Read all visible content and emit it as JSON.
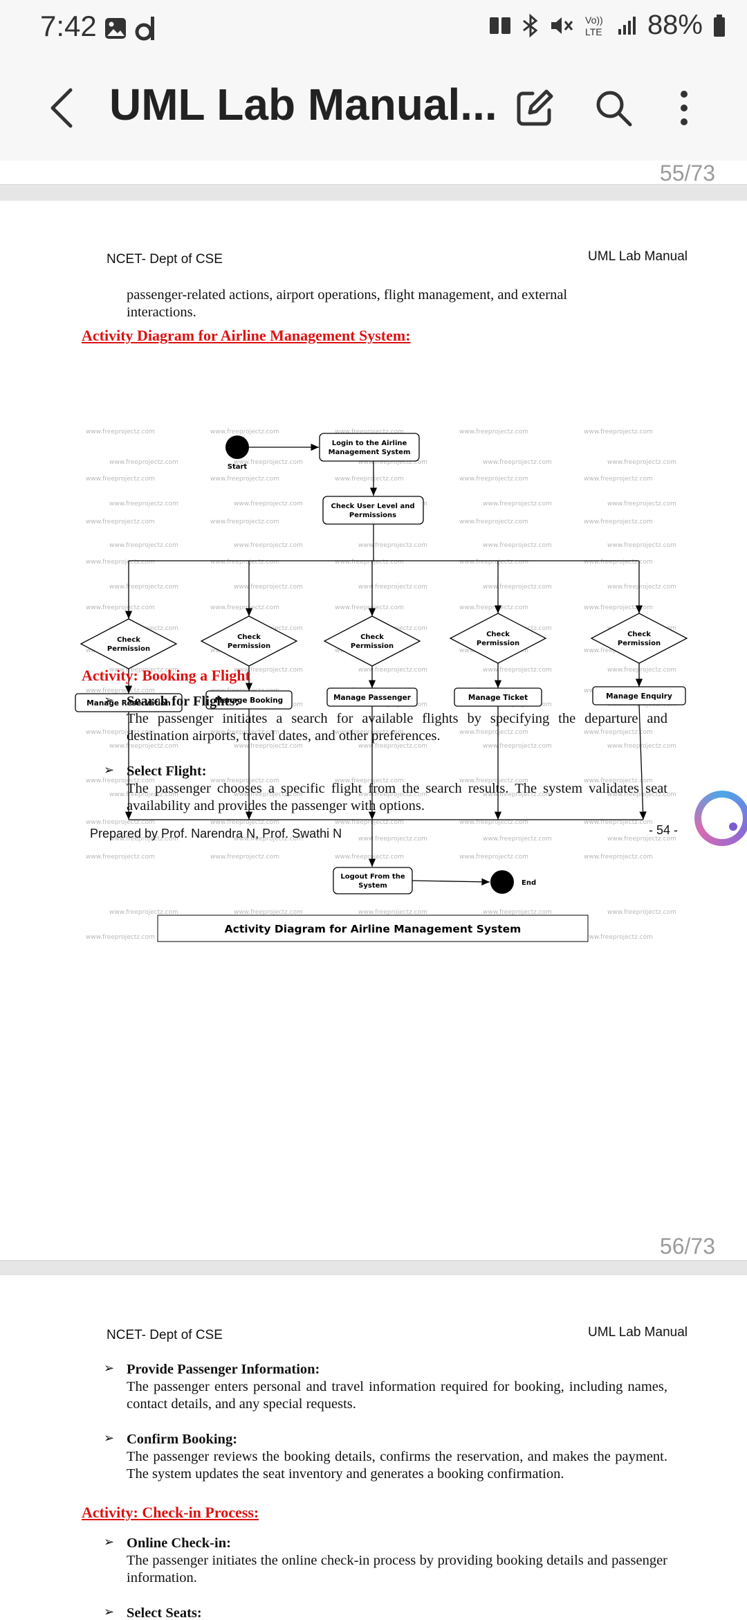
{
  "status_bar": {
    "time": "7:42",
    "battery": "88%",
    "left_icons": [
      "gallery-icon",
      "d-app-icon"
    ],
    "right_icons": [
      "reader-icon",
      "bluetooth-icon",
      "mute-icon",
      "volte-icon",
      "signal-icon",
      "battery-icon"
    ],
    "volte_label": "Vo)) LTE"
  },
  "app_bar": {
    "title": "UML Lab Manual...",
    "actions": [
      "edit-icon",
      "search-icon",
      "more-icon"
    ]
  },
  "page_counters": [
    "55/73",
    "56/73"
  ],
  "page55": {
    "header_left": "NCET- Dept of CSE",
    "header_right": "UML Lab Manual",
    "intro_text": "passenger-related actions, airport operations, flight management, and external interactions.",
    "section_heading": "Activity Diagram for Airline Management System:",
    "diagram": {
      "watermark": "www.freeprojectz.com",
      "start_label": "Start",
      "end_label": "End",
      "login": "Login to the Airline Management System",
      "check_user": "Check User Level and Permissions",
      "decision": "Check Permission",
      "actions": [
        "Manage Reservation",
        "Manage Booking",
        "Manage Passenger",
        "Manage Ticket",
        "Manage Enquiry"
      ],
      "logout": "Logout From the System",
      "caption": "Activity Diagram for Airline Management System"
    },
    "activity_label": "Activity",
    "activity_name": ": Booking a Flight",
    "bullets": [
      {
        "title": "Search for Flights:",
        "text": "The passenger initiates a search for available flights by specifying the departure and destination airports, travel dates, and other preferences."
      },
      {
        "title": "Select Flight:",
        "text": "The passenger chooses a specific flight from the search results. The system validates seat availability and provides the passenger with options."
      }
    ],
    "footer_left": "Prepared by Prof. Narendra N, Prof. Swathi N",
    "footer_right": "- 54 -"
  },
  "page56": {
    "header_left": "NCET- Dept of CSE",
    "header_right": "UML Lab Manual",
    "bullets": [
      {
        "title": "Provide Passenger Information:",
        "text": "The passenger enters personal and travel information required for booking, including names, contact details, and any special requests."
      },
      {
        "title": "Confirm Booking:",
        "text": "The passenger reviews the booking details, confirms the reservation, and makes the payment. The system updates the seat inventory and generates a booking confirmation."
      }
    ],
    "section_heading": "Activity: Check-in Process:",
    "bullets2": [
      {
        "title": "Online Check-in:",
        "text": "The passenger initiates the online check-in process by providing booking details and passenger information."
      },
      {
        "title": "Select Seats:",
        "text": ""
      }
    ]
  },
  "colors": {
    "heading_red": "#dd1111",
    "counter_gray": "#9b9b9b"
  }
}
